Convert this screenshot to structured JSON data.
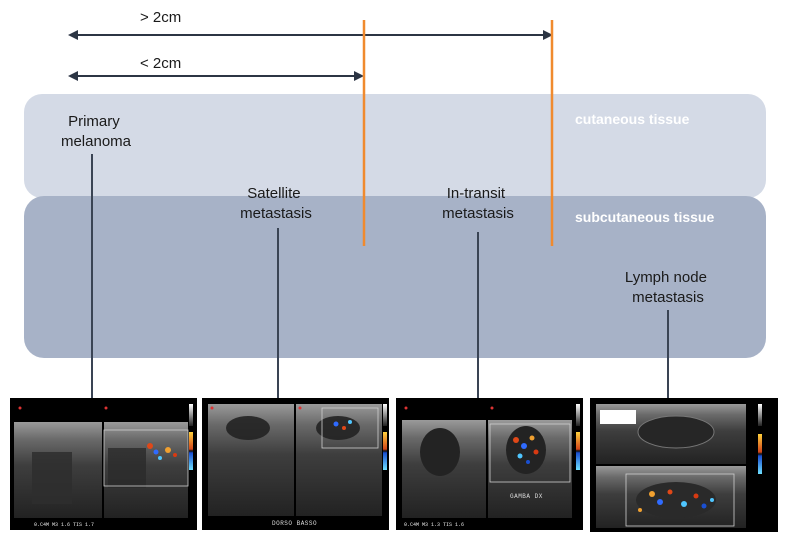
{
  "measurements": {
    "far": "> 2cm",
    "near": "< 2cm"
  },
  "layers": {
    "cutaneous": "cutaneous tissue",
    "subcutaneous": "subcutaneous tissue"
  },
  "lesions": {
    "primary": [
      "Primary",
      "melanoma"
    ],
    "satellite": [
      "Satellite",
      "metastasis"
    ],
    "in_transit": [
      "In-transit",
      "metastasis"
    ],
    "lymph_node": [
      "Lymph node",
      "metastasis"
    ]
  },
  "ultrasound": {
    "image3_caption": "GAMBA DX",
    "image2_caption": "DORSO BASSO"
  },
  "colors": {
    "cutaneous_band": "#d4dae6",
    "subcutaneous_band": "#a7b2c7",
    "boundary_line": "#f08a2e",
    "arrow": "#2c3544"
  }
}
